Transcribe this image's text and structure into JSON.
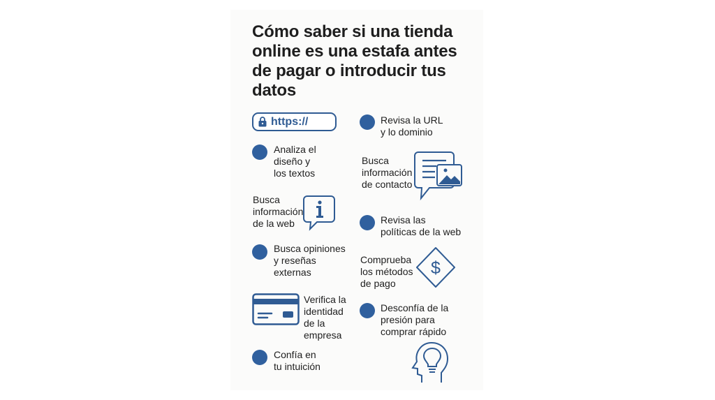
{
  "title": "Cómo saber si una tienda online es una estafa antes de pagar o introducir tus datos",
  "colors": {
    "accent": "#30609e",
    "text": "#1e1e1e",
    "card_bg": "#fbfbfa",
    "page_bg": "#ffffff"
  },
  "url_box": {
    "icon": "lock-icon",
    "text": "https://"
  },
  "left_items": [
    {
      "icon": "bullet-dot",
      "text": "Analiza el\ndiseño y\nlos textos"
    },
    {
      "icon": "info-bubble-icon",
      "text": "Busca\ninformación\nde la web"
    },
    {
      "icon": "bullet-dot",
      "text": "Busca opiniones\ny reseñas\nexternas"
    },
    {
      "icon": "credit-card-icon",
      "text": "Verifica la\nidentidad\nde la\nempresa"
    },
    {
      "icon": "bullet-dot",
      "text": "Confía en\ntu intuición"
    }
  ],
  "right_items": [
    {
      "icon": "bullet-dot",
      "text": "Revisa la URL\ny lo dominio"
    },
    {
      "icon": "document-image-chat-icon",
      "text": "Busca\ninformación\nde contacto"
    },
    {
      "icon": "bullet-dot",
      "text": "Revisa las\npolíticas de la web"
    },
    {
      "icon": "dollar-diamond-icon",
      "text": "Comprueba\nlos métodos\nde pago"
    },
    {
      "icon": "bullet-dot",
      "text": "Desconfía de la\npresión para\ncomprar rápido"
    },
    {
      "icon": "head-lightbulb-icon",
      "text": ""
    }
  ]
}
